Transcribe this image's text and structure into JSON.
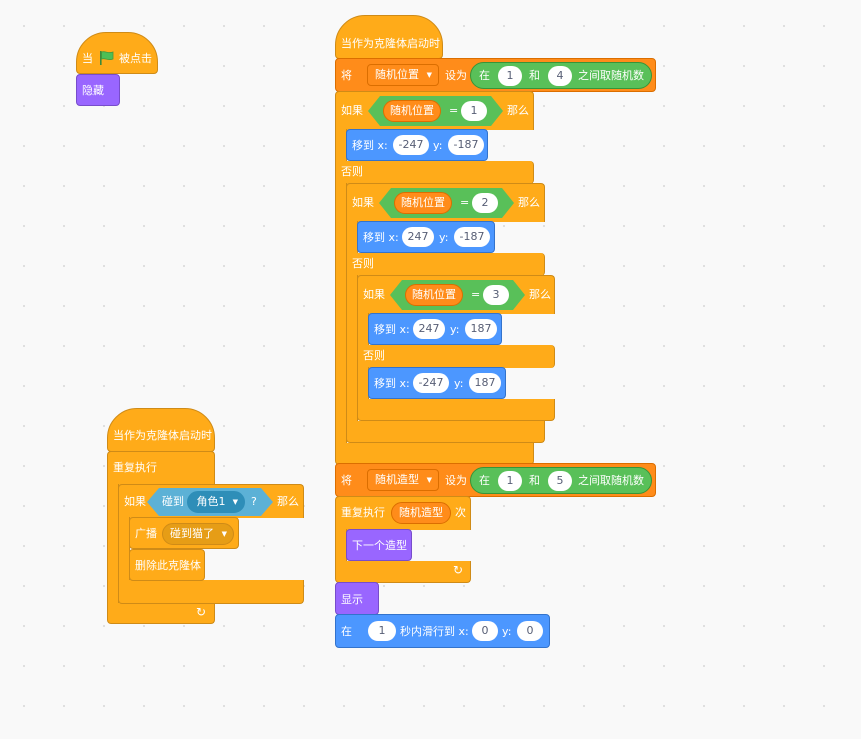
{
  "colors": {
    "events": "#ffab19",
    "control": "#ffab19",
    "looks": "#9966ff",
    "motion": "#4c97ff",
    "operators": "#59c059",
    "variables": "#ff8c1a",
    "sensing": "#5cb1d6"
  },
  "script1": {
    "hat_when": "当",
    "hat_clicked": "被点击",
    "hide": "隐藏"
  },
  "script2": {
    "hat": "当作为克隆体启动时",
    "forever": "重复执行",
    "if": "如果",
    "touching": "碰到",
    "sprite": "角色1",
    "q": "?",
    "then": "那么",
    "broadcast": "广播",
    "message": "碰到猫了",
    "delete_clone": "删除此克隆体",
    "loop_icon": "↻"
  },
  "script3": {
    "hat": "当作为克隆体启动时",
    "set": "将",
    "var1": "随机位置",
    "to": "设为",
    "in": "在",
    "and": "和",
    "pick_random": "之间取随机数",
    "rand1_from": "1",
    "rand1_to": "4",
    "if": "如果",
    "then": "那么",
    "else": "否则",
    "eq": "=",
    "c1": "1",
    "c2": "2",
    "c3": "3",
    "goto": "移到 x:",
    "y": "y:",
    "g1x": "-247",
    "g1y": "-187",
    "g2x": "247",
    "g2y": "-187",
    "g3x": "247",
    "g3y": "187",
    "g4x": "-247",
    "g4y": "187",
    "var2": "随机造型",
    "rand2_from": "1",
    "rand2_to": "5",
    "repeat": "重复执行",
    "times": "次",
    "next_costume": "下一个造型",
    "show": "显示",
    "glide_in": "在",
    "glide_secs": "1",
    "glide_mid": "秒内滑行到 x:",
    "glide_x": "0",
    "glide_y": "0",
    "loop_icon": "↻"
  }
}
